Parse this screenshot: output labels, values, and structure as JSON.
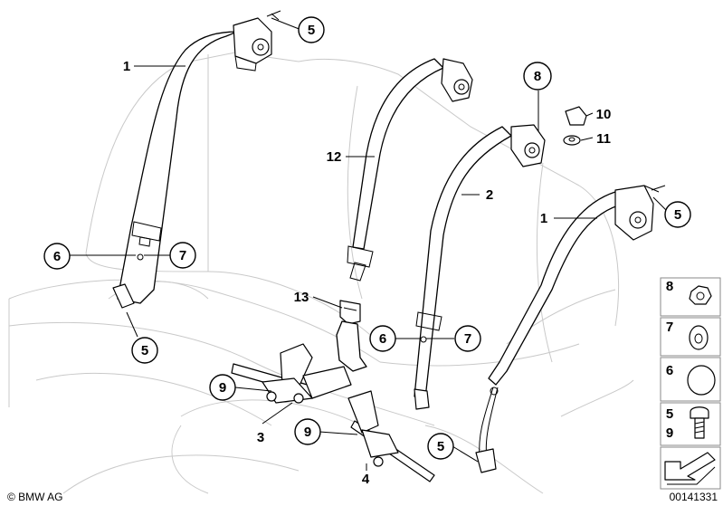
{
  "callouts": {
    "c1a": "1",
    "c5a": "5",
    "c6a": "6",
    "c7a": "7",
    "c5b": "5",
    "c12": "12",
    "c13": "13",
    "c9a": "9",
    "c3": "3",
    "c9b": "9",
    "c4": "4",
    "c8": "8",
    "c10": "10",
    "c11": "11",
    "c2": "2",
    "c6b": "6",
    "c7b": "7",
    "c5c": "5",
    "c1b": "1",
    "c5d": "5"
  },
  "legend": {
    "row1": "8",
    "row2": "7",
    "row3": "6",
    "row4_top": "5",
    "row4_bottom": "9"
  },
  "footer": {
    "copyright": "© BMW AG",
    "diagram_number": "00141331"
  }
}
